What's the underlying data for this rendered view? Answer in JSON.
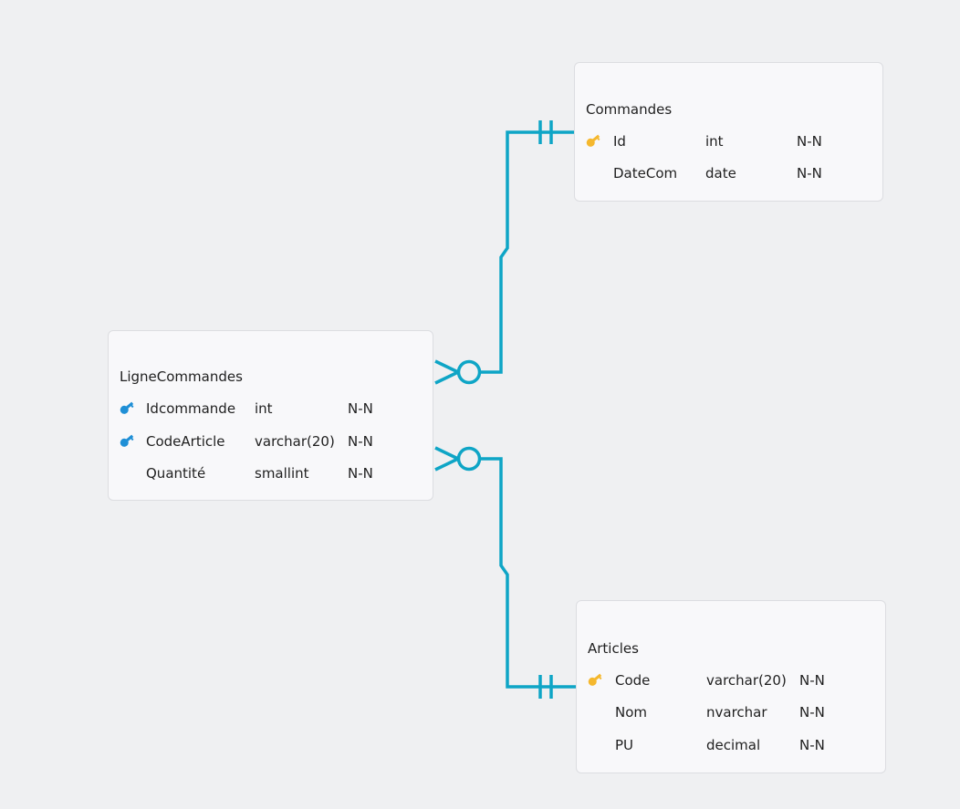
{
  "colors": {
    "background": "#eff0f2",
    "card": "#f8f8fa",
    "connector": "#0ea5c6",
    "primary_key": "#f5b82e",
    "foreign_key": "#1f8fd6"
  },
  "icons": {
    "primary_key": "key-icon",
    "foreign_key": "key-icon"
  },
  "tables": {
    "commandes": {
      "name": "Commandes",
      "rows": [
        {
          "key": "primary",
          "name": "Id",
          "type": "int",
          "nullability": "N-N"
        },
        {
          "key": "",
          "name": "DateCom",
          "type": "date",
          "nullability": "N-N"
        }
      ]
    },
    "lignecommandes": {
      "name": "LigneCommandes",
      "rows": [
        {
          "key": "foreign",
          "name": "Idcommande",
          "type": "int",
          "nullability": "N-N"
        },
        {
          "key": "foreign",
          "name": "CodeArticle",
          "type": "varchar(20)",
          "nullability": "N-N"
        },
        {
          "key": "",
          "name": "Quantité",
          "type": "smallint",
          "nullability": "N-N"
        }
      ]
    },
    "articles": {
      "name": "Articles",
      "rows": [
        {
          "key": "primary",
          "name": "Code",
          "type": "varchar(20)",
          "nullability": "N-N"
        },
        {
          "key": "",
          "name": "Nom",
          "type": "nvarchar",
          "nullability": "N-N"
        },
        {
          "key": "",
          "name": "PU",
          "type": "decimal",
          "nullability": "N-N"
        }
      ]
    }
  },
  "relationships": [
    {
      "from": "lignecommandes",
      "from_cardinality": "zero-or-many",
      "to": "commandes",
      "to_cardinality": "exactly-one"
    },
    {
      "from": "lignecommandes",
      "from_cardinality": "zero-or-many",
      "to": "articles",
      "to_cardinality": "exactly-one"
    }
  ]
}
